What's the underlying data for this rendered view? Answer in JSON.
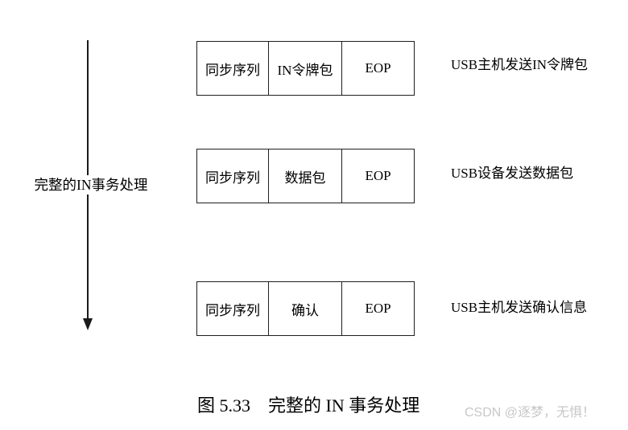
{
  "diagram": {
    "flow_label": "完整的IN事务处理",
    "rows": [
      {
        "cells": [
          "同步序列",
          "IN令牌包",
          "EOP"
        ],
        "description": "USB主机发送IN令牌包"
      },
      {
        "cells": [
          "同步序列",
          "数据包",
          "EOP"
        ],
        "description": "USB设备发送数据包"
      },
      {
        "cells": [
          "同步序列",
          "确认",
          "EOP"
        ],
        "description": "USB主机发送确认信息"
      }
    ],
    "caption": "图 5.33　完整的 IN 事务处理",
    "watermark": "CSDN @逐梦，无惧！",
    "colors": {
      "line": "#1a1a1a",
      "border": "#1f1f1f",
      "watermark": "#c7c7c7",
      "background": "#ffffff"
    }
  }
}
